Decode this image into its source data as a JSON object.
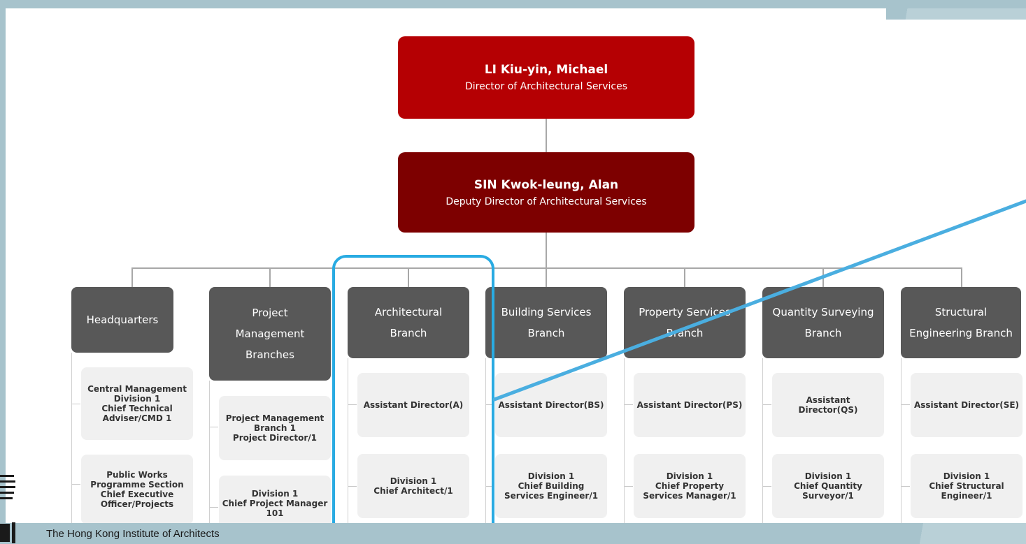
{
  "director": {
    "name": "LI Kiu-yin, Michael",
    "role": "Director of Architectural Services"
  },
  "deputy": {
    "name": "SIN Kwok-leung, Alan",
    "role": "Deputy Director of Architectural Services"
  },
  "branches": [
    {
      "label": "Headquarters",
      "cards": [
        "Central Management\nDivision 1\nChief Technical\nAdviser/CMD 1",
        "Public Works\nProgramme Section\nChief Executive\nOfficer/Projects"
      ]
    },
    {
      "label": "Project\nManagement\nBranches",
      "cards": [
        "Project Management\nBranch 1\nProject Director/1",
        "Division 1\nChief Project Manager\n101"
      ]
    },
    {
      "label": "Architectural\nBranch",
      "cards": [
        "Assistant Director(A)",
        "Division 1\nChief Architect/1"
      ]
    },
    {
      "label": "Building Services\nBranch",
      "cards": [
        "Assistant Director(BS)",
        "Division 1\nChief Building\nServices Engineer/1"
      ]
    },
    {
      "label": "Property Services\nBranch",
      "cards": [
        "Assistant Director(PS)",
        "Division 1\nChief Property\nServices Manager/1"
      ]
    },
    {
      "label": "Quantity Surveying\nBranch",
      "cards": [
        "Assistant Director(QS)",
        "Division 1\nChief Quantity\nSurveyor/1"
      ]
    },
    {
      "label": "Structural\nEngineering Branch",
      "cards": [
        "Assistant Director(SE)",
        "Division 1\nChief Structural\nEngineer/1"
      ]
    }
  ],
  "footer": {
    "organisation": "The Hong Kong Institute of Architects"
  },
  "colors": {
    "director": "#b50003",
    "deputy": "#7d0000",
    "branch": "#585858",
    "highlight": "#29abe2"
  }
}
